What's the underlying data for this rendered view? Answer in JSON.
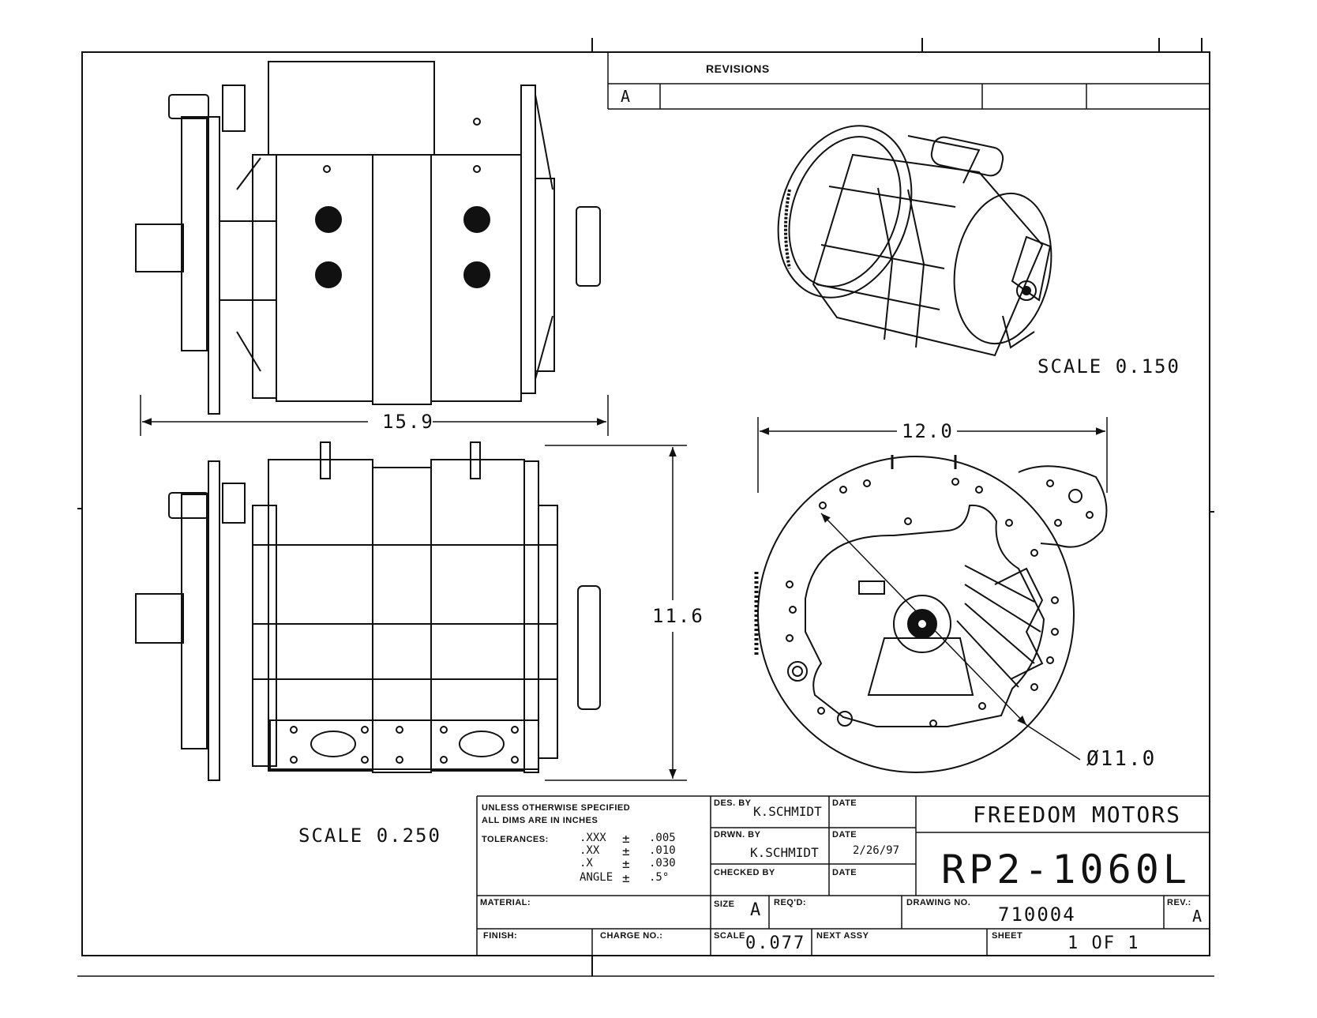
{
  "revisions": {
    "title": "REVISIONS",
    "rev_letter": "A"
  },
  "views": {
    "scale_iso": "SCALE  0.150",
    "scale_main": "SCALE  0.250",
    "dim_width": "15.9",
    "dim_height": "11.6",
    "dim_face": "12.0",
    "dim_diameter": "Ø11.0"
  },
  "title_block": {
    "notes": {
      "line1": "UNLESS OTHERWISE SPECIFIED",
      "line2": "ALL DIMS ARE IN INCHES",
      "tol_label": "TOLERANCES:",
      "tol_rows": [
        {
          "fmt": ".XXX",
          "sym": "±",
          "val": ".005"
        },
        {
          "fmt": ".XX",
          "sym": "±",
          "val": ".010"
        },
        {
          "fmt": ".X",
          "sym": "±",
          "val": ".030"
        },
        {
          "fmt": "ANGLE",
          "sym": "±",
          "val": ".5°"
        }
      ]
    },
    "des_by_label": "DES. BY",
    "des_by": "K.SCHMIDT",
    "drwn_by_label": "DRWN. BY",
    "drwn_by": "K.SCHMIDT",
    "checked_by_label": "CHECKED BY",
    "date_label": "DATE",
    "date_drawn": "2/26/97",
    "company": "FREEDOM MOTORS",
    "part_number": "RP2-1060L",
    "material_label": "MATERIAL:",
    "finish_label": "FINISH:",
    "charge_no_label": "CHARGE NO.:",
    "size_label": "SIZE",
    "size": "A",
    "reqd_label": "REQ'D:",
    "drawing_no_label": "DRAWING NO.",
    "drawing_no": "710004",
    "rev_label": "REV.:",
    "rev": "A",
    "scale_label": "SCALE",
    "scale": "0.077",
    "next_assy_label": "NEXT ASSY",
    "sheet_label": "SHEET",
    "sheet": "1 OF 1"
  }
}
